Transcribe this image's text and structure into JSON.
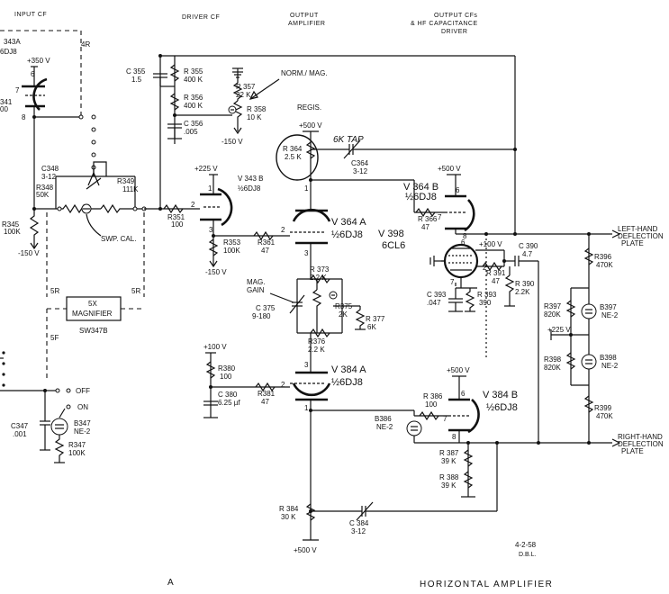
{
  "title": "HORIZONTAL AMPLIFIER",
  "headers": [
    "INPUT CF",
    "DRIVER CF",
    "OUTPUT",
    "AMPLIFIER",
    "OUTPUT CFs",
    "& HF CAPACITANCE",
    "DRIVER"
  ],
  "pins": {
    "p1": "1",
    "p2": "2",
    "p3": "3",
    "p6": "6",
    "p7": "7",
    "p8": "8"
  },
  "labels": {
    "v343a": "343A",
    "v343a_type": "6DJ8",
    "r341": "341",
    "r341_val": "00",
    "plus350": "+350 V",
    "r4": "4R",
    "c348": "C348",
    "c348_val": "3-12",
    "r348": "R348",
    "r348_val": "50K",
    "r349": "R349",
    "r349_val": "111K",
    "swp_cal": "SWP. CAL.",
    "r345": "R345",
    "r345_val": "100K",
    "minus150": "-150 V",
    "r5": "5R",
    "f5": "5F",
    "mag_5x": "5X",
    "magnifier": "MAGNIFIER",
    "sw347b": "SW347B",
    "off": "OFF",
    "on": "ON",
    "c347": "C347",
    "c347_val": ".001",
    "b347": "B347",
    "ne2": "NE-2",
    "r347": "R347",
    "r347_val": "100K",
    "r351": "R351",
    "r351_val": "100",
    "plus225": "+225 V",
    "v343b": "V 343 B",
    "half_6dj8": "½6DJ8",
    "r353": "R353",
    "r353_val": "100K",
    "r361": "R361",
    "r361_val": "47",
    "c355": "C 355",
    "c355_val": "1.5",
    "r355": "R 355",
    "r355_val": "400 K",
    "r356": "R 356",
    "r356_val": "400 K",
    "c356": "C 356",
    "c356_val": ".005",
    "r357": "R 357",
    "r357_val": "22 K",
    "r358": "R 358",
    "r358_val": "10 K",
    "norm_mag": "NORM./ MAG.",
    "regis": "REGIS.",
    "plus500": "+500 V",
    "r364": "R 364",
    "r364_val": "2.5 K",
    "hand_6k_tap": "6K TAP",
    "c364": "C364",
    "c364_val": "3-12",
    "v364a": "V 364 A",
    "r373": "R 373",
    "r373_val": "2.2 K",
    "mag_gain_1": "MAG.",
    "mag_gain_2": "GAIN",
    "c375": "C 375",
    "c375_val": "9-180",
    "r375": "R375",
    "r375_val": "2K",
    "r377": "R 377",
    "r377_val": "6K",
    "r376": "R376",
    "r376_val": "2.2 K",
    "v384a": "V 384 A",
    "plus100": "+100 V",
    "r380": "R380",
    "r380_val": "100",
    "r381": "R381",
    "r381_val": "47",
    "c380": "C 380",
    "c380_val": "6.25 µf",
    "r384": "R 384",
    "r384_val": "30 K",
    "c384": "C 384",
    "c384_val": "3-12",
    "v364b": "V 364 B",
    "r366": "R 366",
    "r366_val": "47",
    "v398": "V 398",
    "v398_type": "6CL6",
    "c393": "C 393",
    "c393_val": ".047",
    "r393": "R 393",
    "r393_val": "390",
    "r391": "R 391",
    "r391_val": "47",
    "c390": "C 390",
    "c390_val": "4.7",
    "r390": "R 390",
    "r390_val": "2.2K",
    "left_defl_1": "LEFT-HAND",
    "left_defl_2": "DEFLECTION",
    "left_defl_3": "PLATE",
    "right_defl_1": "RIGHT-HAND",
    "right_defl_2": "DEFLECTION",
    "right_defl_3": "PLATE",
    "r396": "R396",
    "r396_val": "470K",
    "r399": "R399",
    "r399_val": "470K",
    "b397": "B397",
    "b398": "B398",
    "r397": "R397",
    "r397_val": "820K",
    "r398": "R398",
    "r398_val": "820K",
    "v384b": "V 384 B",
    "r386": "R 386",
    "r386_val": "100",
    "b386": "B386",
    "r387": "R 387",
    "r387_val": "39 K",
    "r388": "R 388",
    "r388_val": "39 K",
    "date": "4-2-58",
    "initials": "D.B.L.",
    "sheet": "A"
  }
}
